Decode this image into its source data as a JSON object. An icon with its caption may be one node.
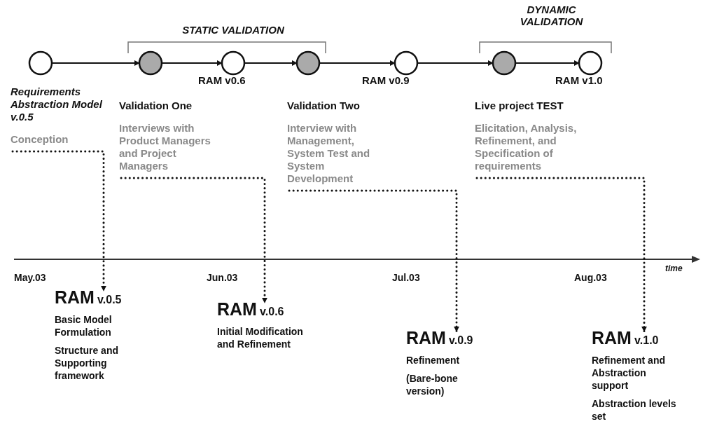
{
  "diagram": {
    "nodes": [
      {
        "text": [],
        "shape": "circle"
      },
      {
        "text": [],
        "shape": "circle"
      },
      {
        "text": [],
        "shape": "circle",
        "beside": [
          "RAM v0.6"
        ]
      },
      {
        "text": [],
        "shape": "circle"
      },
      {
        "text": [],
        "shape": "circle",
        "beside": [
          "RAM v0.9"
        ]
      },
      {
        "text": [],
        "shape": "circle"
      },
      {
        "text": [],
        "shape": "circle",
        "beside": [
          "RAM v1.0"
        ]
      },
      {
        "text": [
          "Requirements Abstraction Model v.0.5",
          "Conception"
        ]
      },
      {
        "text": [
          "Validation One",
          "Interviews with Product Managers and Project Managers"
        ]
      },
      {
        "text": [
          "Validation Two",
          "Interview with Management, System Test and System Development"
        ]
      },
      {
        "text": [
          "Live project TEST",
          "Elicitation, Analysis, Refinement, and Specification of requirements"
        ]
      },
      {
        "text": [
          "RAM v.0.5",
          "Basic Model Formulation",
          "Structure and Supporting framework"
        ]
      },
      {
        "text": [
          "RAM v.0.6",
          "Initial Modification and Refinement"
        ]
      },
      {
        "text": [
          "RAM v.0.9",
          "Refinement",
          "(Bare-bone version)"
        ]
      },
      {
        "text": [
          "RAM v.1.0",
          "Refinement and Abstraction support",
          "Abstraction levels set"
        ]
      }
    ],
    "edges": [
      {
        "from": 0,
        "to": 1,
        "arrow": "to"
      },
      {
        "from": 1,
        "to": 2,
        "arrow": "to"
      },
      {
        "from": 2,
        "to": 3,
        "arrow": "to"
      },
      {
        "from": 3,
        "to": 4,
        "arrow": "to"
      },
      {
        "from": 4,
        "to": 5,
        "arrow": "to"
      },
      {
        "from": 5,
        "to": 6,
        "arrow": "to"
      },
      {
        "from": 7,
        "to": 11,
        "arrow": "to",
        "style": "dashed"
      },
      {
        "from": 8,
        "to": 12,
        "arrow": "to",
        "style": "dashed"
      },
      {
        "from": 9,
        "to": 13,
        "arrow": "to",
        "style": "dashed"
      },
      {
        "from": 10,
        "to": 14,
        "arrow": "to",
        "style": "dashed"
      }
    ],
    "labels": [
      "STATIC VALIDATION",
      "DYNAMIC VALIDATION",
      "May.03",
      "Jun.03",
      "Jul.03",
      "Aug.03",
      "time"
    ]
  }
}
